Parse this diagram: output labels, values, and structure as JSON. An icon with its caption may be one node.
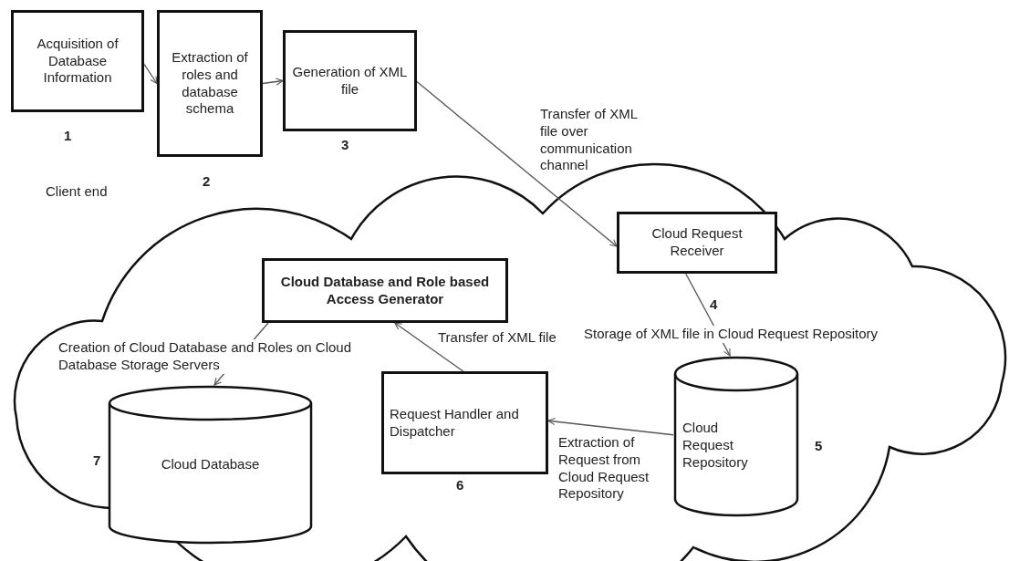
{
  "diagram": {
    "nodes": [
      {
        "text": [
          "Acquisition of Database Information"
        ],
        "beside": [
          "1"
        ]
      },
      {
        "text": [
          "Extraction of roles and database schema"
        ],
        "beside": [
          "2"
        ]
      },
      {
        "text": [
          "Generation of XML file"
        ],
        "beside": [
          "3"
        ]
      },
      {
        "text": [
          "Cloud Request Receiver"
        ],
        "beside": [
          "4"
        ]
      },
      {
        "text": [
          "Cloud Request Repository"
        ],
        "beside": [
          "5"
        ]
      },
      {
        "text": [
          "Request Handler and Dispatcher"
        ],
        "beside": [
          "6"
        ]
      },
      {
        "text": [
          "Cloud Database and Role based Access Generator"
        ]
      },
      {
        "text": [
          "Cloud Database"
        ],
        "beside": [
          "7"
        ]
      }
    ],
    "edges": [
      {
        "from": 0,
        "to": 1,
        "arrow": "to"
      },
      {
        "from": 1,
        "to": 2,
        "arrow": "to"
      },
      {
        "from": 2,
        "to": 3,
        "arrow": "to",
        "label": "Transfer of XML file over communication channel"
      },
      {
        "from": 3,
        "to": 4,
        "arrow": "to",
        "label": "Storage of XML file in Cloud Request Repository"
      },
      {
        "from": 4,
        "to": 5,
        "arrow": "to",
        "label": "Extraction of Request from Cloud Request Repository"
      },
      {
        "from": 5,
        "to": 6,
        "arrow": "to",
        "label": "Transfer of XML file"
      },
      {
        "from": 6,
        "to": 7,
        "arrow": "to",
        "label": "Creation of Cloud Database and Roles on Cloud Database Storage Servers"
      }
    ],
    "labels": [
      "Client end"
    ]
  }
}
